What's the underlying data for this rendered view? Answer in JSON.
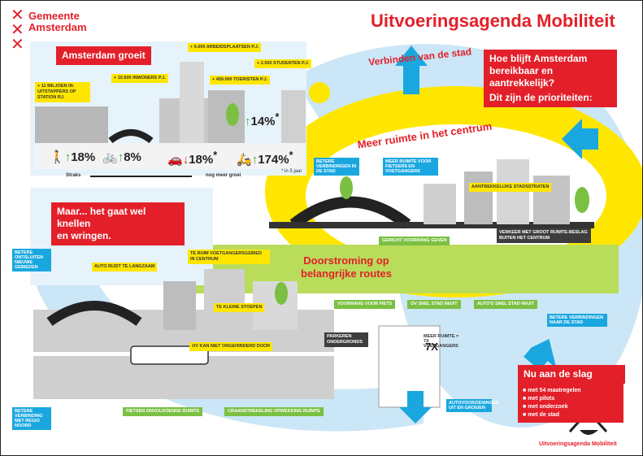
{
  "brand": {
    "line1": "Gemeente",
    "line2": "Amsterdam",
    "color": "#e3202a"
  },
  "title": "Uitvoeringsagenda Mobiliteit",
  "footer_title": "Uitvoeringsagenda Mobiliteit",
  "questions": {
    "q1": "Hoe blijft Amsterdam",
    "q2": "bereikbaar en aantrekkelijk?",
    "q3": "Dit zijn de prioriteiten:"
  },
  "sections": {
    "growth": "Amsterdam groeit",
    "problem_line1": "Maar... het gaat wel knellen",
    "problem_line2": "en wringen.",
    "connect": "Verbinden van de stad",
    "center": "Meer ruimte in het centrum",
    "flow_line1": "Doorstroming op",
    "flow_line2": "belangrijke routes",
    "action": "Nu aan de slag"
  },
  "growth_tags": [
    "+ 11 miljoen in-uitstappers op station RJ.",
    "+ 10.600 inwoners P.J.",
    "+ 5.000 arbeidsplaatsen P.J.",
    "+ 459.000 toeristen P.J.",
    "+ 2.500 studenten P.J."
  ],
  "stats": {
    "walk": "18%",
    "bike": "8%",
    "car": "18%",
    "car_star": "*",
    "transit": "174%",
    "transit_star": "*",
    "scooter": "14%",
    "scooter_star": "*",
    "footnote": "* in 5 jaar",
    "timeline_start": "Straks",
    "timeline_end": "nog meer groei"
  },
  "problem_tags": [
    "Auto rijdt te langzaam",
    "Te kleine stoepen",
    "Te ruim voetgangersgebied in centrum",
    "OV kan niet ongehinderd door",
    "Fietsen onvoldoende ruimte",
    "Craanstrekeling opwekking ruimte",
    "Betere ontsluiten nieuwe gebieden",
    "Betere verbinding met regio noord"
  ],
  "center_tags": [
    "Betere verbindingen in de stad",
    "Meer ruimte voor fietsers en voetgangers",
    "Aantrekkelijke stadsstraten",
    "Gericht voorrang geven",
    "Verkeer met groot ruimte-beslag buiten het centrum"
  ],
  "flow_tags": [
    "Voorrang voor fiets",
    "OV snel stad in/uit",
    "Auto's snel stad in/uit",
    "Betere verbindingen naar de stad",
    "Parkeren ondergronds",
    "Meer ruimte = 7x voetgangers",
    "Autovoorzieningen uit en groeien"
  ],
  "flow_big": "7X",
  "action_items": [
    "met 54 maatregelen",
    "met pilots",
    "met onderzoek",
    "met de stad"
  ],
  "colors": {
    "red": "#e3202a",
    "yellow": "#ffe600",
    "green": "#7bc043",
    "blue": "#1aa7e0",
    "lightblue": "#cbe6f6"
  }
}
